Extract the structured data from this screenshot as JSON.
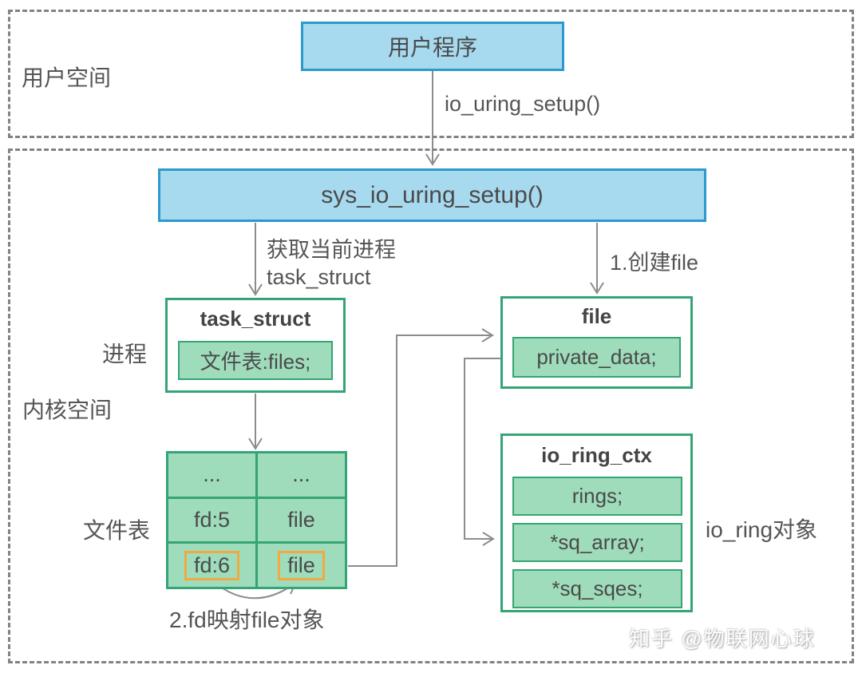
{
  "colors": {
    "blue_fill": "#a7d9ef",
    "blue_border": "#2e99cc",
    "green_fill": "#9edcbb",
    "green_border": "#35a476",
    "orange_highlight": "#f2a93f",
    "connector_gray": "#8c8c8c",
    "text_gray": "#4e4e4e"
  },
  "user_space": {
    "region_label": "用户空间",
    "program_box": "用户程序",
    "setup_call_label": "io_uring_setup()"
  },
  "kernel_space": {
    "region_label": "内核空间",
    "syscall_box": "sys_io_uring_setup()",
    "get_task_label_line1": "获取当前进程",
    "get_task_label_line2": "task_struct",
    "create_file_label": "1.创建file",
    "process_label": "进程",
    "task_struct": {
      "title": "task_struct",
      "field": "文件表:files;"
    },
    "file_object": {
      "title": "file",
      "field": "private_data;"
    },
    "file_table": {
      "label": "文件表",
      "rows": [
        [
          "...",
          "..."
        ],
        [
          "fd:5",
          "file"
        ],
        [
          "fd:6",
          "file"
        ]
      ]
    },
    "fd_map_label": "2.fd映射file对象",
    "io_ring": {
      "title": "io_ring_ctx",
      "fields": [
        "rings;",
        "*sq_array;",
        "*sq_sqes;"
      ],
      "label": "io_ring对象"
    }
  },
  "watermark": "知乎 @物联网心球"
}
